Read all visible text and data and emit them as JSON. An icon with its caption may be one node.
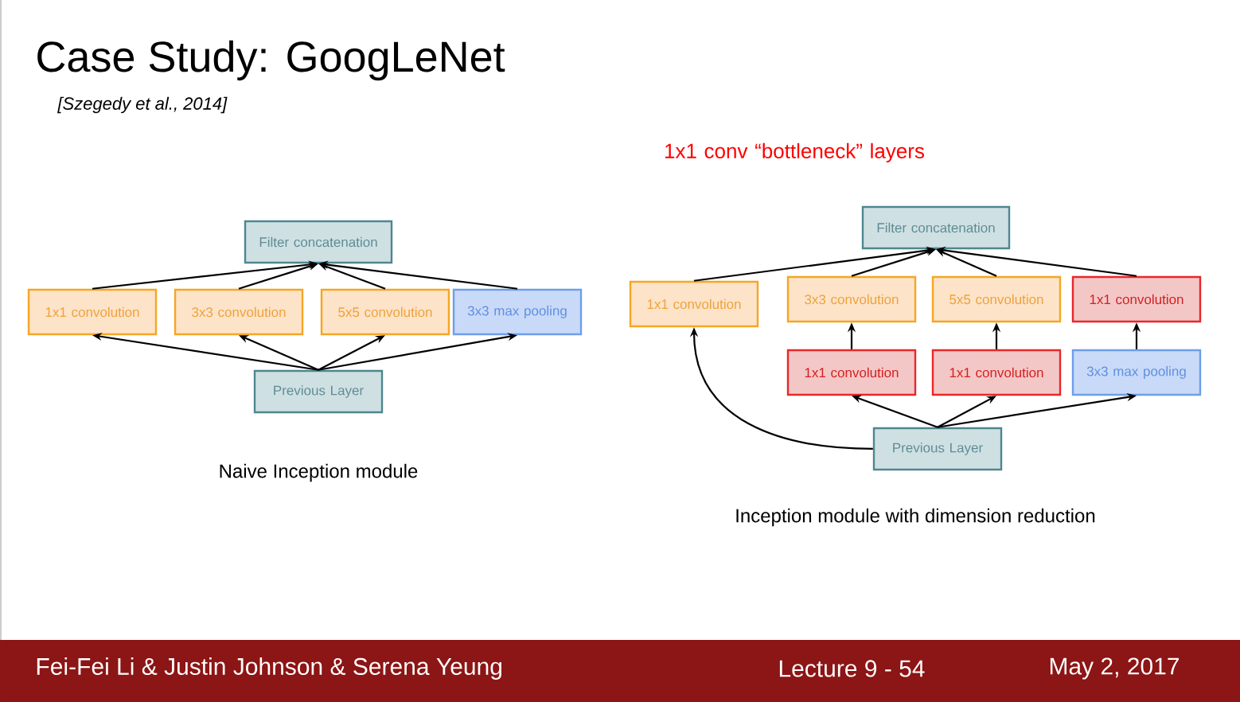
{
  "diagram": {
    "title": "Case Study: GoogLeNet",
    "nodes": [
      {
        "text": [
          "Filter concatenation"
        ]
      },
      {
        "text": [
          "1x1 convolution"
        ]
      },
      {
        "text": [
          "3x3 convolution"
        ]
      },
      {
        "text": [
          "5x5 convolution"
        ]
      },
      {
        "text": [
          "3x3 max pooling"
        ]
      },
      {
        "text": [
          "Previous Layer"
        ]
      },
      {
        "text": [
          "Filter concatenation"
        ]
      },
      {
        "text": [
          "1x1 convolution"
        ]
      },
      {
        "text": [
          "3x3 convolution"
        ]
      },
      {
        "text": [
          "5x5 convolution"
        ]
      },
      {
        "text": [
          "1x1 convolution"
        ]
      },
      {
        "text": [
          "1x1 convolution"
        ]
      },
      {
        "text": [
          "1x1 convolution"
        ]
      },
      {
        "text": [
          "3x3 max pooling"
        ]
      },
      {
        "text": [
          "Previous Layer"
        ]
      }
    ],
    "edges": [
      {
        "from": 1,
        "to": 0,
        "arrow": "to"
      },
      {
        "from": 2,
        "to": 0,
        "arrow": "to"
      },
      {
        "from": 3,
        "to": 0,
        "arrow": "to"
      },
      {
        "from": 4,
        "to": 0,
        "arrow": "to"
      },
      {
        "from": 5,
        "to": 1,
        "arrow": "to"
      },
      {
        "from": 5,
        "to": 2,
        "arrow": "to"
      },
      {
        "from": 5,
        "to": 3,
        "arrow": "to"
      },
      {
        "from": 5,
        "to": 4,
        "arrow": "to"
      },
      {
        "from": 7,
        "to": 6,
        "arrow": "to"
      },
      {
        "from": 8,
        "to": 6,
        "arrow": "to"
      },
      {
        "from": 9,
        "to": 6,
        "arrow": "to"
      },
      {
        "from": 10,
        "to": 6,
        "arrow": "to"
      },
      {
        "from": 11,
        "to": 8,
        "arrow": "to"
      },
      {
        "from": 12,
        "to": 9,
        "arrow": "to"
      },
      {
        "from": 13,
        "to": 10,
        "arrow": "to"
      },
      {
        "from": 14,
        "to": 7,
        "arrow": "to"
      },
      {
        "from": 14,
        "to": 11,
        "arrow": "to"
      },
      {
        "from": 14,
        "to": 12,
        "arrow": "to"
      },
      {
        "from": 14,
        "to": 13,
        "arrow": "to"
      }
    ],
    "labels": [
      "[Szegedy et al., 2014]",
      "1x1 conv “bottleneck” layers",
      "Naive Inception module",
      "Inception module with dimension reduction",
      "Fei-Fei Li & Justin Johnson & Serena Yeung",
      "Lecture 9 - 54",
      "May 2, 2017"
    ]
  }
}
